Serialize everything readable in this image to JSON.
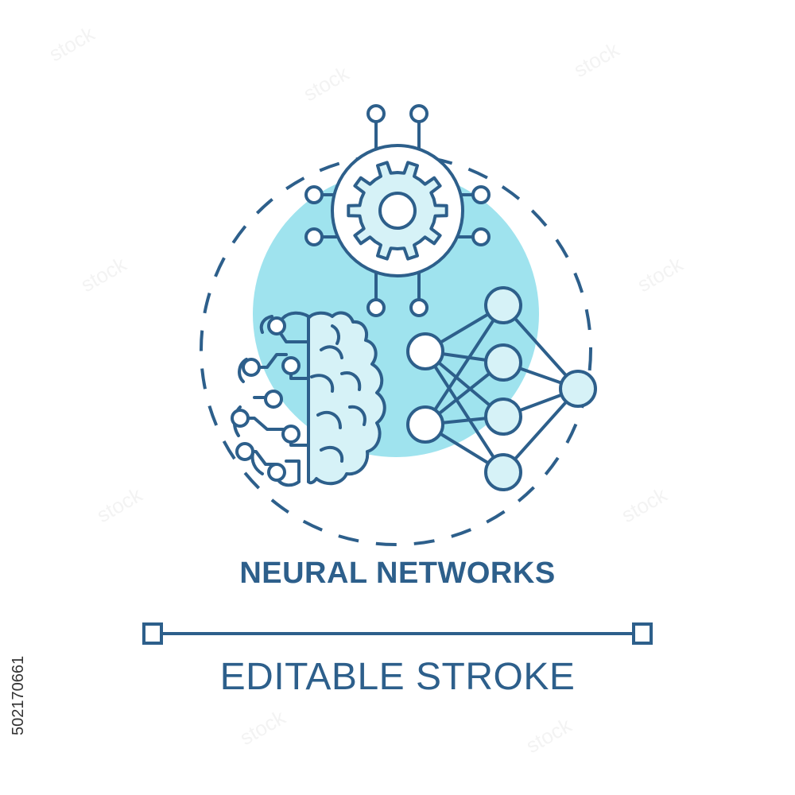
{
  "title": "NEURAL NETWORKS",
  "subtitle": "EDITABLE STROKE",
  "stock_id": "502170661",
  "watermark_text": "stock",
  "colors": {
    "stroke": "#2d5f8b",
    "fill_light": "#d6f2f7",
    "circle_bg": "#9fe3ee",
    "text": "#2d5f8b"
  },
  "icons": [
    "gear-icon",
    "brain-icon",
    "neural-network-icon"
  ]
}
